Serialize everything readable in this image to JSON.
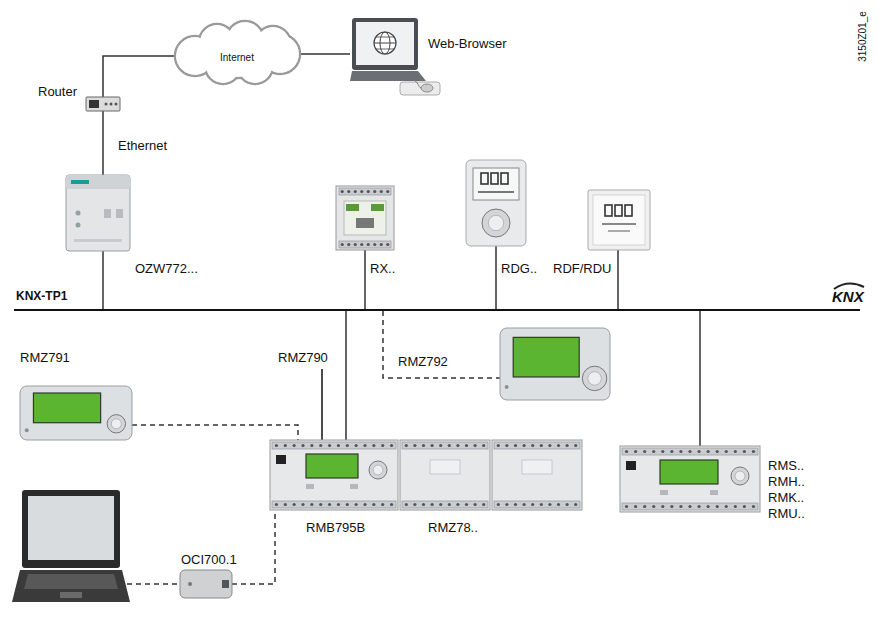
{
  "diagram": {
    "nodes": [
      {
        "text": [
          "Internet"
        ]
      },
      {
        "text": [
          "Web-Browser"
        ]
      },
      {
        "text": [
          "Router"
        ]
      },
      {
        "text": [
          "OZW772..."
        ]
      },
      {
        "text": [
          "KNX-TP1"
        ]
      },
      {
        "text": [
          "RX.."
        ]
      },
      {
        "text": [
          "RDG.."
        ]
      },
      {
        "text": [
          "RDF/RDU"
        ]
      },
      {
        "text": [
          "RMZ792"
        ]
      },
      {
        "text": [
          "RMZ791"
        ]
      },
      {
        "text": [
          "RMB795B"
        ]
      },
      {
        "text": [
          "RMZ78.."
        ]
      },
      {
        "text": [
          "RMS.. RMH.. RMK.. RMU.."
        ]
      },
      {
        "text": [
          "OCI700.1"
        ]
      }
    ],
    "edges": [
      {
        "from": 2,
        "to": 0,
        "arrow": "none"
      },
      {
        "from": 0,
        "to": 1,
        "arrow": "none"
      },
      {
        "from": 2,
        "to": 3,
        "arrow": "none",
        "label": "Ethernet"
      },
      {
        "from": 3,
        "to": 4,
        "arrow": "none"
      },
      {
        "from": 5,
        "to": 4,
        "arrow": "none"
      },
      {
        "from": 6,
        "to": 4,
        "arrow": "none"
      },
      {
        "from": 7,
        "to": 4,
        "arrow": "none"
      },
      {
        "from": 4,
        "to": 10,
        "arrow": "none"
      },
      {
        "from": 4,
        "to": 8,
        "arrow": "none"
      },
      {
        "from": 9,
        "to": 10,
        "arrow": "none"
      },
      {
        "from": 13,
        "to": 10,
        "arrow": "none"
      },
      {
        "from": 4,
        "to": 12,
        "arrow": "none"
      }
    ],
    "labels": [
      "RMZ790",
      "KNX",
      "3150Z01_e"
    ]
  }
}
